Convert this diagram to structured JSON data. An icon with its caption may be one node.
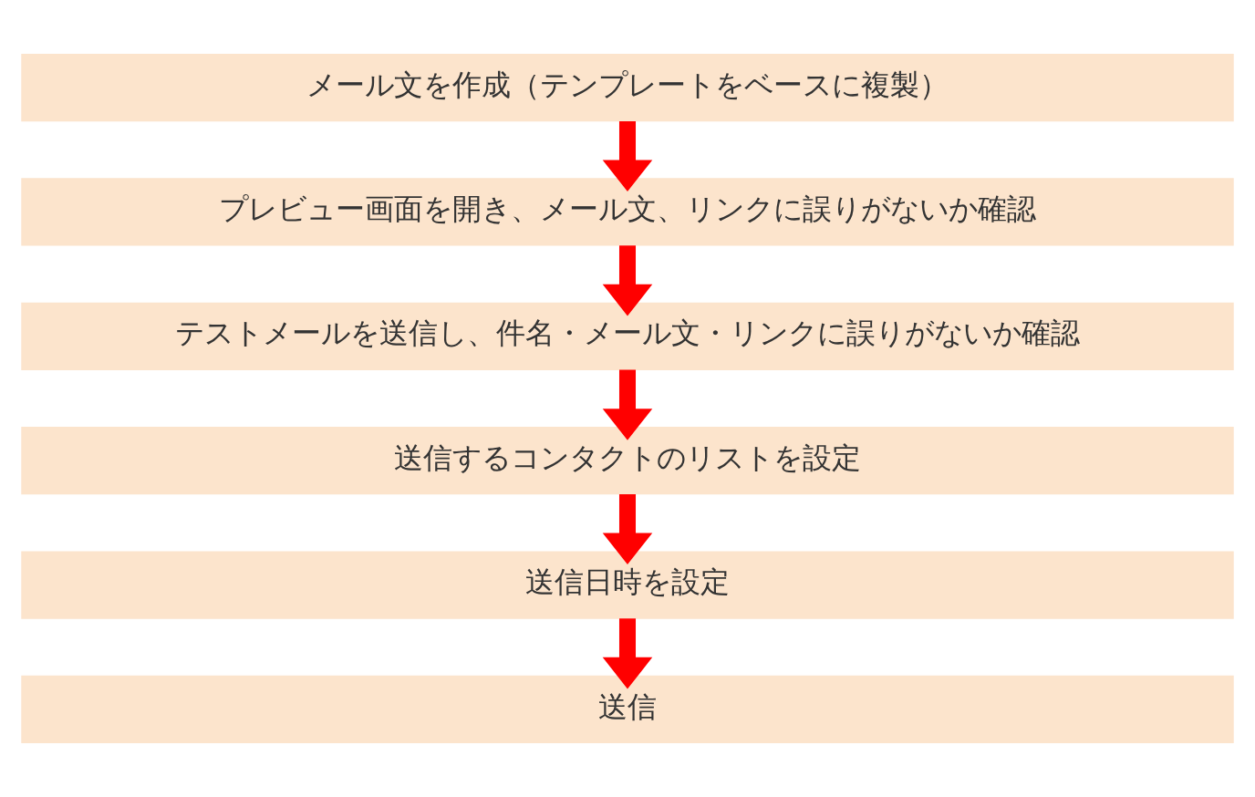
{
  "diagram": {
    "nodes": [
      {
        "text": [
          "メール文を作成（テンプレートをベースに複製）"
        ]
      },
      {
        "text": [
          "プレビュー画面を開き、メール文、リンクに誤りがないか確認"
        ]
      },
      {
        "text": [
          "テストメールを送信し、件名・メール文・リンクに誤りがないか確認"
        ]
      },
      {
        "text": [
          "送信するコンタクトのリストを設定"
        ]
      },
      {
        "text": [
          "送信日時を設定"
        ]
      },
      {
        "text": [
          "送信"
        ]
      }
    ],
    "edges": [
      {
        "from": 0,
        "to": 1,
        "arrow": "to"
      },
      {
        "from": 1,
        "to": 2,
        "arrow": "to"
      },
      {
        "from": 2,
        "to": 3,
        "arrow": "to"
      },
      {
        "from": 3,
        "to": 4,
        "arrow": "to"
      },
      {
        "from": 4,
        "to": 5,
        "arrow": "to"
      }
    ]
  }
}
